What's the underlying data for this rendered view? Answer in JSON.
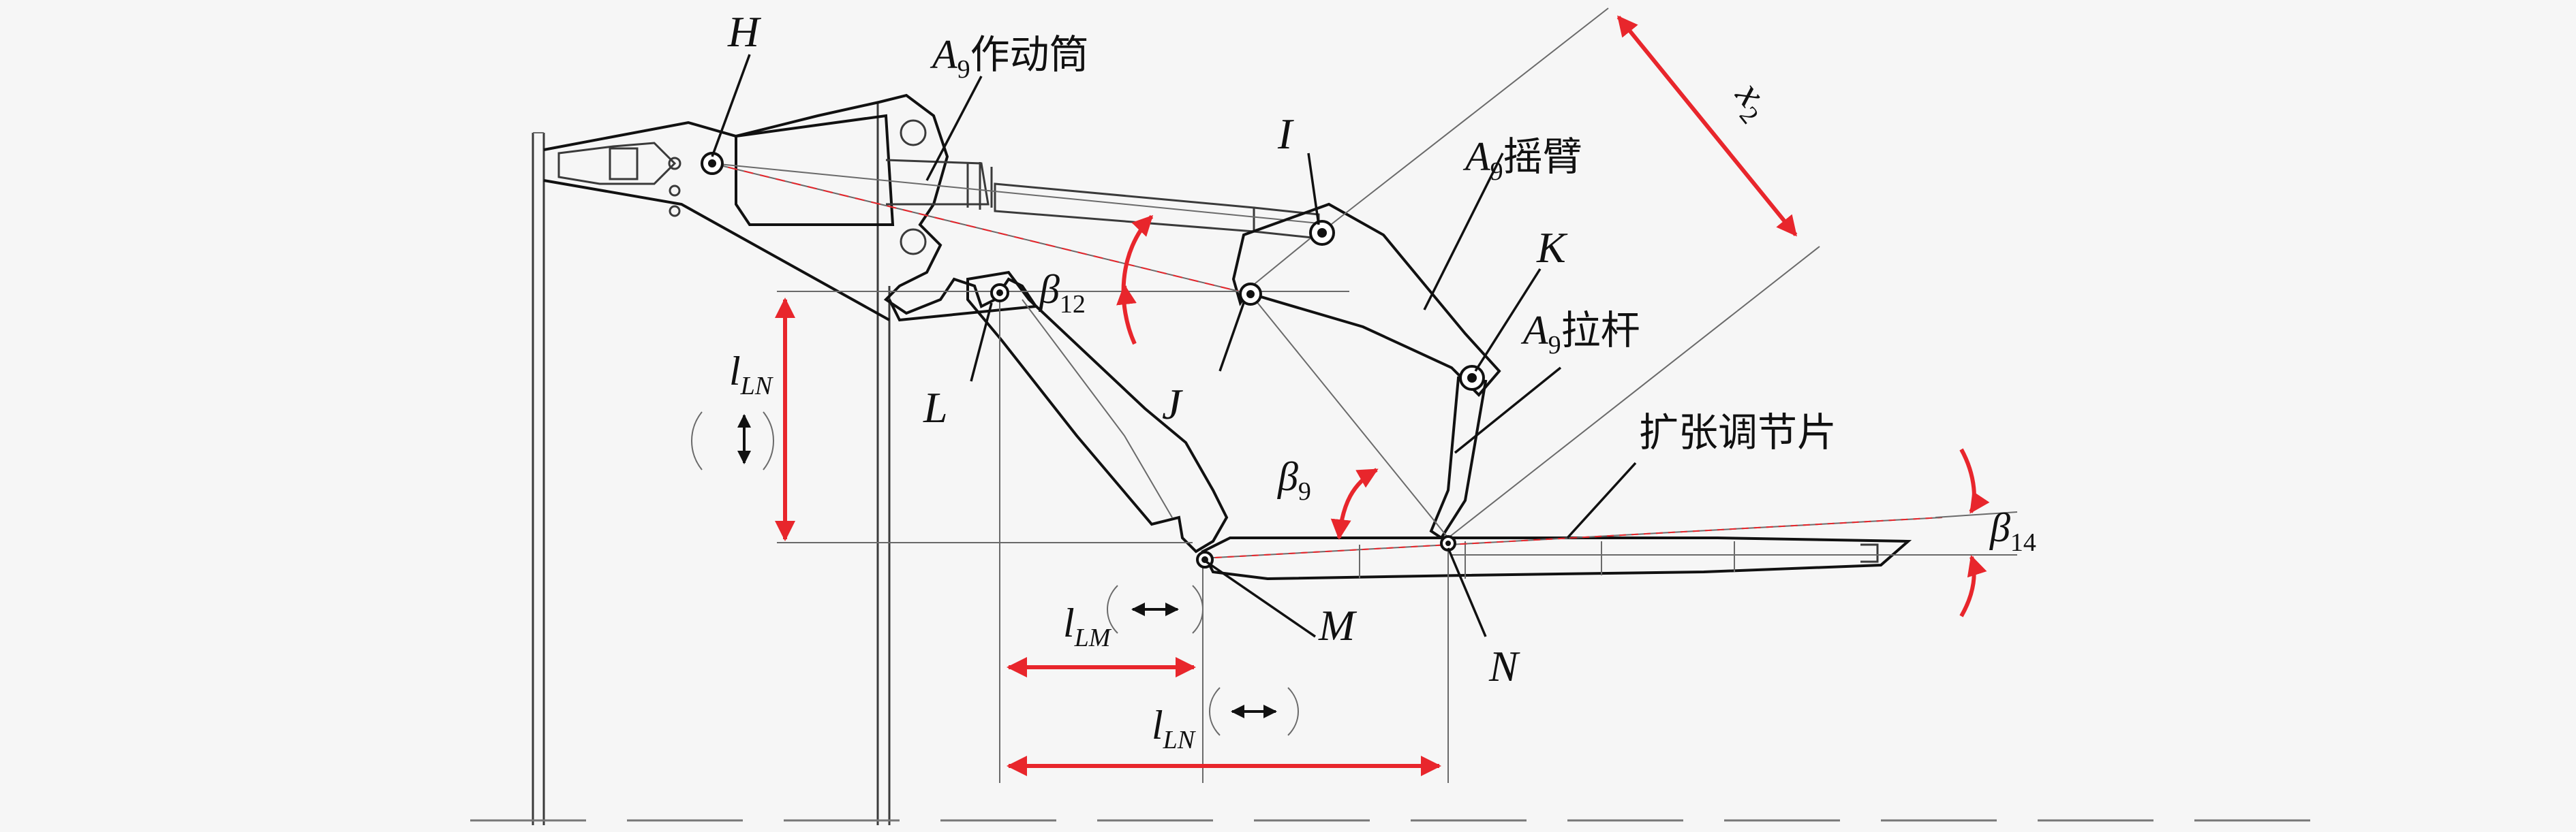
{
  "labels": {
    "H": "H",
    "I": "I",
    "J": "J",
    "K": "K",
    "L": "L",
    "M": "M",
    "N": "N",
    "actuator_prefix": "A",
    "actuator_sub": "9",
    "actuator_text": "作动筒",
    "rocker_prefix": "A",
    "rocker_sub": "9",
    "rocker_text": "摇臂",
    "rod_prefix": "A",
    "rod_sub": "9",
    "rod_text": "拉杆",
    "flap_text": "扩张调节片",
    "x_main": "x",
    "x_sub": "2"
  },
  "dimensions": {
    "beta12_main": "β",
    "beta12_sub": "12",
    "beta9_main": "β",
    "beta9_sub": "9",
    "beta14_main": "β",
    "beta14_sub": "14",
    "lLN_vert_main": "l",
    "lLN_vert_sub": "LN",
    "lLM_main": "l",
    "lLM_sub": "LM",
    "lLN_horiz_main": "l",
    "lLN_horiz_sub": "LN"
  },
  "colors": {
    "dimension": "#e8262c",
    "line": "#111111",
    "background": "#f6f6f6"
  }
}
